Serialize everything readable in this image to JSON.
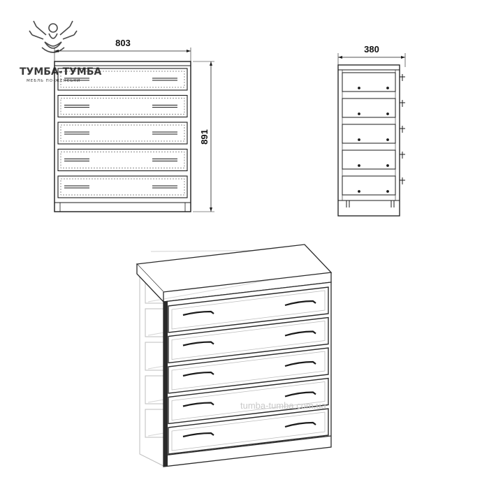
{
  "logo": {
    "brand_text": "ТУМБА-ТУМБА",
    "subtitle": "МЕБЛЬ ПО-ЖЕНСЬКИ"
  },
  "dimensions": {
    "width_front": "803",
    "height_front": "891",
    "depth_side": "380"
  },
  "watermark": "tumba-tumba.com.ua",
  "colors": {
    "line": "#1a1a1a",
    "light_line": "#9a9a9a",
    "ghost": "#c8c8c8"
  }
}
